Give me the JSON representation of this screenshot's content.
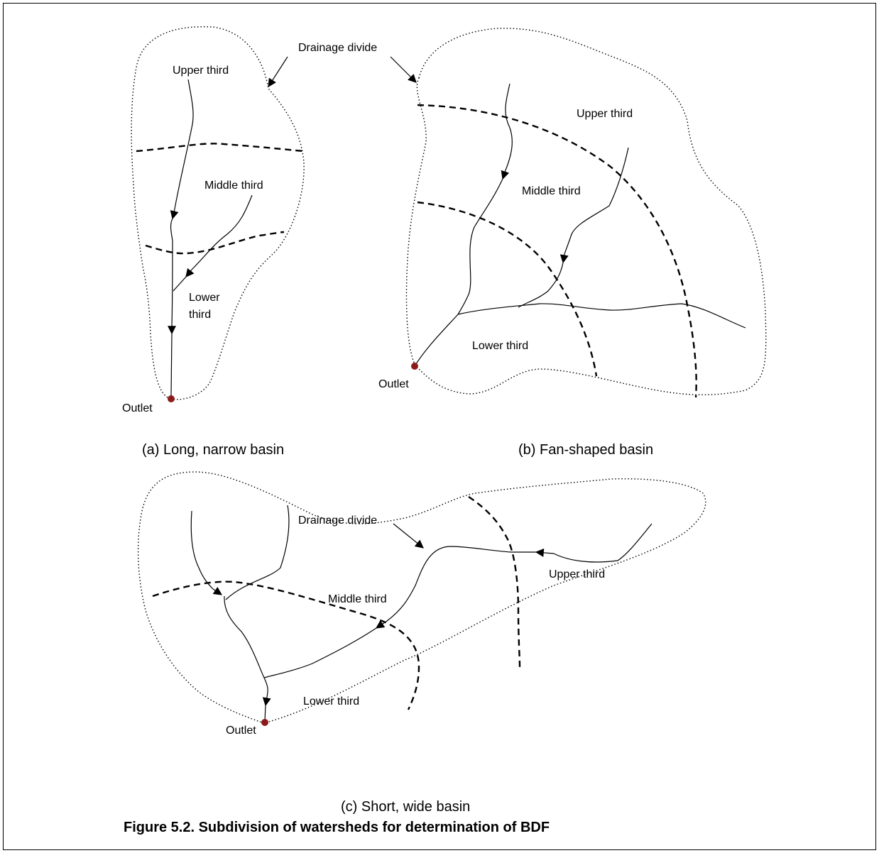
{
  "panel_a": {
    "drainage_divide": "Drainage divide",
    "upper": "Upper third",
    "middle": "Middle third",
    "lower_1": "Lower",
    "lower_2": "third",
    "outlet": "Outlet",
    "caption": "(a) Long, narrow basin"
  },
  "panel_b": {
    "upper": "Upper third",
    "middle": "Middle third",
    "lower": "Lower third",
    "outlet": "Outlet",
    "caption": "(b) Fan-shaped basin"
  },
  "panel_c": {
    "drainage_divide": "Drainage divide",
    "upper": "Upper third",
    "middle": "Middle third",
    "lower": "Lower third",
    "outlet": "Outlet",
    "caption": "(c) Short, wide basin"
  },
  "figure_title": "Figure 5.2. Subdivision of watersheds for determination of BDF",
  "colors": {
    "outlet": "#8b1a1a",
    "line": "#000000"
  }
}
